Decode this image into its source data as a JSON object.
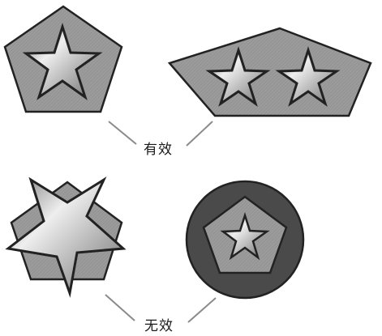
{
  "labels": {
    "valid": "有效",
    "invalid": "无效"
  },
  "colors": {
    "outline": "#222222",
    "body_gray": "#9b9b9b",
    "dark_ring": "#4a4a4a",
    "star_light": "#e8e8e8",
    "star_mid": "#a8a8a8",
    "leader_line": "#8a8a8a"
  },
  "groups": [
    {
      "name": "valid",
      "items": [
        "pentagon-with-one-star",
        "wide-pentagon-with-two-stars"
      ]
    },
    {
      "name": "invalid",
      "items": [
        "star-overlapping-pentagon",
        "pentagon-star-inside-dark-circle"
      ]
    }
  ]
}
